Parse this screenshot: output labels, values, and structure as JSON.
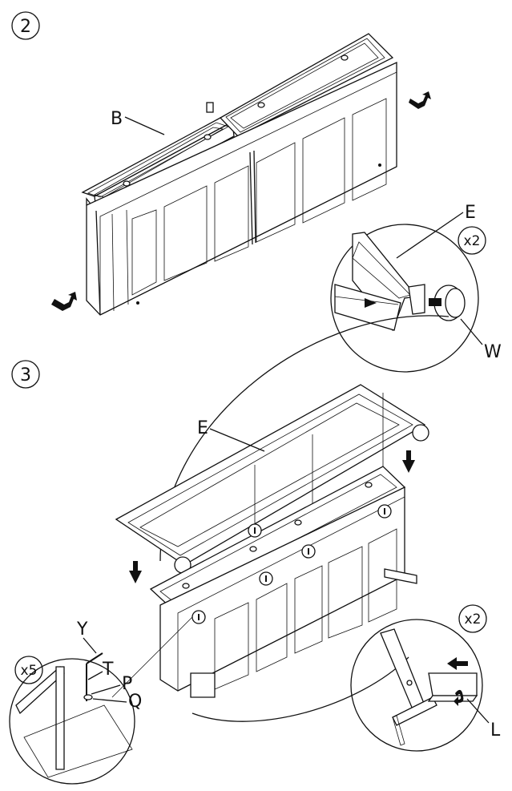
{
  "steps": [
    {
      "number": "2",
      "labels": {
        "B": "B",
        "E": "E",
        "W": "W",
        "qty": "x2"
      }
    },
    {
      "number": "3",
      "labels": {
        "E": "E",
        "Y": "Y",
        "T": "T",
        "P": "P",
        "Q": "Q",
        "L": "L",
        "qty_left": "x5",
        "qty_right": "x2"
      }
    }
  ],
  "colors": {
    "line": "#111111",
    "background": "#ffffff"
  },
  "icons": [
    "flip-arrow-icon",
    "down-arrow-icon",
    "left-arrow-icon",
    "rotate-arrow-icon",
    "up-arrow-icon"
  ]
}
